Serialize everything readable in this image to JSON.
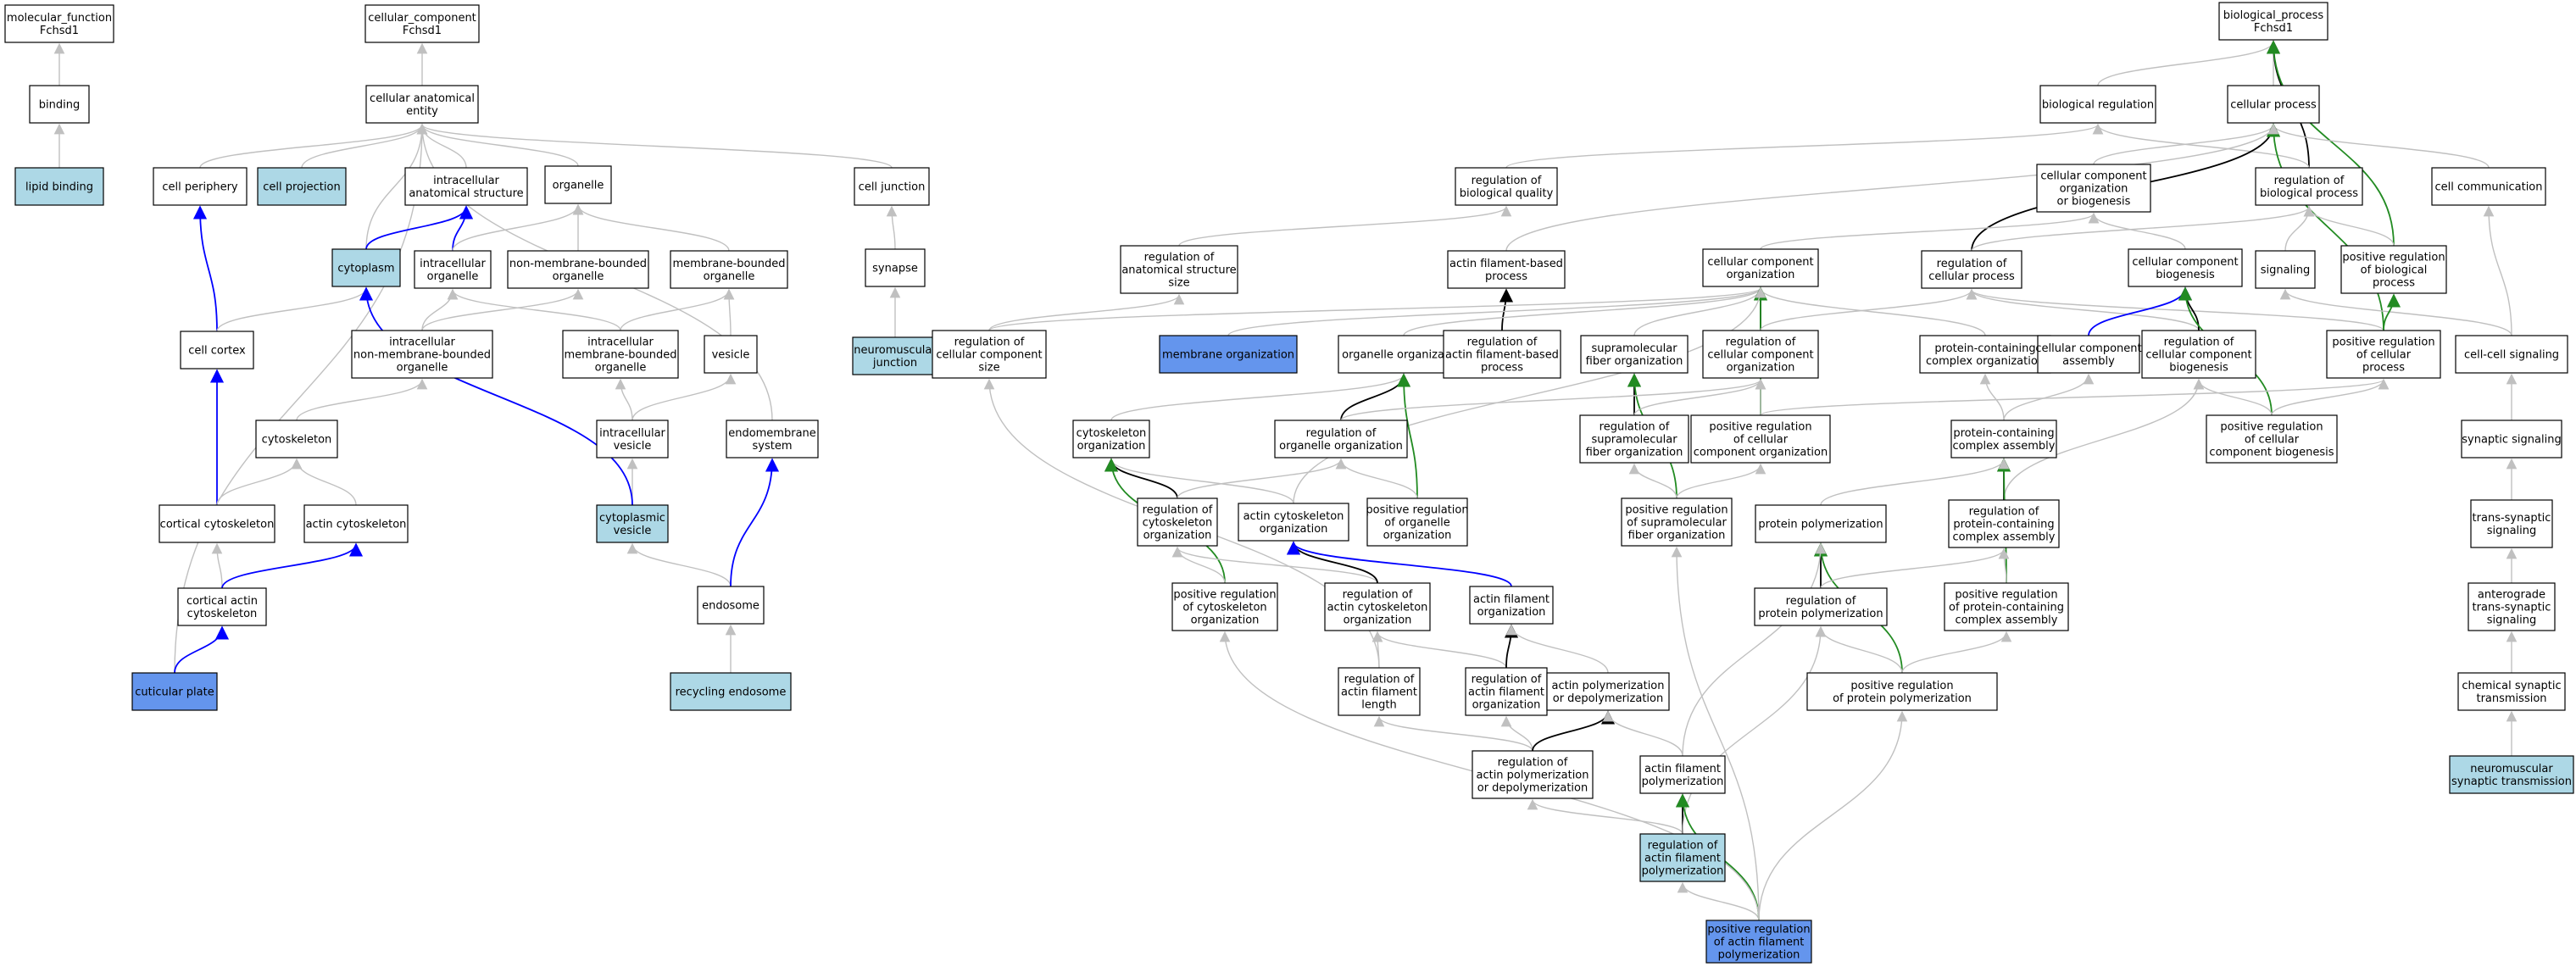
{
  "colors": {
    "white": "#ffffff",
    "light": "#add8e6",
    "blue": "#6495ed",
    "gray": "#c0c0c0",
    "black": "#000000",
    "blue_edge": "#0000ff",
    "green_edge": "#228b22"
  },
  "nodes": {
    "mf_root": {
      "lines": [
        "molecular_function",
        "Fchsd1"
      ],
      "fill": "white"
    },
    "binding": {
      "lines": [
        "binding"
      ],
      "fill": "white"
    },
    "lipid_binding": {
      "lines": [
        "lipid binding"
      ],
      "fill": "light"
    },
    "cc_root": {
      "lines": [
        "cellular_component",
        "Fchsd1"
      ],
      "fill": "white"
    },
    "cae": {
      "lines": [
        "cellular anatomical",
        "entity"
      ],
      "fill": "white"
    },
    "cell_periphery": {
      "lines": [
        "cell periphery"
      ],
      "fill": "white"
    },
    "cell_projection": {
      "lines": [
        "cell projection"
      ],
      "fill": "light"
    },
    "ias": {
      "lines": [
        "intracellular",
        "anatomical structure"
      ],
      "fill": "white"
    },
    "organelle": {
      "lines": [
        "organelle"
      ],
      "fill": "white"
    },
    "cell_junction": {
      "lines": [
        "cell junction"
      ],
      "fill": "white"
    },
    "cytoplasm": {
      "lines": [
        "cytoplasm"
      ],
      "fill": "light"
    },
    "ic_organelle": {
      "lines": [
        "intracellular",
        "organelle"
      ],
      "fill": "white"
    },
    "nmb_organelle": {
      "lines": [
        "non-membrane-bounded",
        "organelle"
      ],
      "fill": "white"
    },
    "mb_organelle": {
      "lines": [
        "membrane-bounded",
        "organelle"
      ],
      "fill": "white"
    },
    "synapse": {
      "lines": [
        "synapse"
      ],
      "fill": "white"
    },
    "cell_cortex": {
      "lines": [
        "cell cortex"
      ],
      "fill": "white"
    },
    "ic_nmb_organelle": {
      "lines": [
        "intracellular",
        "non-membrane-bounded",
        "organelle"
      ],
      "fill": "white"
    },
    "ic_mb_organelle": {
      "lines": [
        "intracellular",
        "membrane-bounded",
        "organelle"
      ],
      "fill": "white"
    },
    "vesicle": {
      "lines": [
        "vesicle"
      ],
      "fill": "white"
    },
    "nmj": {
      "lines": [
        "neuromuscular",
        "junction"
      ],
      "fill": "light"
    },
    "cytoskeleton": {
      "lines": [
        "cytoskeleton"
      ],
      "fill": "white"
    },
    "ic_vesicle": {
      "lines": [
        "intracellular",
        "vesicle"
      ],
      "fill": "white"
    },
    "endomembrane": {
      "lines": [
        "endomembrane",
        "system"
      ],
      "fill": "white"
    },
    "cortical_cyto": {
      "lines": [
        "cortical cytoskeleton"
      ],
      "fill": "white"
    },
    "actin_cyto": {
      "lines": [
        "actin cytoskeleton"
      ],
      "fill": "white"
    },
    "cyto_vesicle": {
      "lines": [
        "cytoplasmic",
        "vesicle"
      ],
      "fill": "light"
    },
    "cortical_actin": {
      "lines": [
        "cortical actin",
        "cytoskeleton"
      ],
      "fill": "white"
    },
    "endosome": {
      "lines": [
        "endosome"
      ],
      "fill": "white"
    },
    "cuticular_plate": {
      "lines": [
        "cuticular plate"
      ],
      "fill": "blue"
    },
    "recycling_endosome": {
      "lines": [
        "recycling endosome"
      ],
      "fill": "light"
    },
    "bp_root": {
      "lines": [
        "biological_process",
        "Fchsd1"
      ],
      "fill": "white"
    },
    "bio_reg": {
      "lines": [
        "biological regulation"
      ],
      "fill": "white"
    },
    "cell_process": {
      "lines": [
        "cellular process"
      ],
      "fill": "white"
    },
    "reg_bio_quality": {
      "lines": [
        "regulation of",
        "biological quality"
      ],
      "fill": "white"
    },
    "cco_or_bio": {
      "lines": [
        "cellular component",
        "organization",
        "or biogenesis"
      ],
      "fill": "white"
    },
    "reg_bp": {
      "lines": [
        "regulation of",
        "biological process"
      ],
      "fill": "white"
    },
    "cell_comm": {
      "lines": [
        "cell communication"
      ],
      "fill": "white"
    },
    "reg_anat_size": {
      "lines": [
        "regulation of",
        "anatomical structure",
        "size"
      ],
      "fill": "white"
    },
    "afbp": {
      "lines": [
        "actin filament-based",
        "process"
      ],
      "fill": "white"
    },
    "cco": {
      "lines": [
        "cellular component",
        "organization"
      ],
      "fill": "white"
    },
    "reg_cell_proc": {
      "lines": [
        "regulation of",
        "cellular process"
      ],
      "fill": "white"
    },
    "ccb": {
      "lines": [
        "cellular component",
        "biogenesis"
      ],
      "fill": "white"
    },
    "signaling": {
      "lines": [
        "signaling"
      ],
      "fill": "white"
    },
    "pos_reg_bp": {
      "lines": [
        "positive regulation",
        "of biological",
        "process"
      ],
      "fill": "white"
    },
    "reg_ccs": {
      "lines": [
        "regulation of",
        "cellular component",
        "size"
      ],
      "fill": "white"
    },
    "membrane_org": {
      "lines": [
        "membrane organization"
      ],
      "fill": "blue"
    },
    "organelle_org": {
      "lines": [
        "organelle organization"
      ],
      "fill": "white"
    },
    "reg_afbp": {
      "lines": [
        "regulation of",
        "actin filament-based",
        "process"
      ],
      "fill": "white"
    },
    "smf_org": {
      "lines": [
        "supramolecular",
        "fiber organization"
      ],
      "fill": "white"
    },
    "reg_cco": {
      "lines": [
        "regulation of",
        "cellular component",
        "organization"
      ],
      "fill": "white"
    },
    "pcc_org": {
      "lines": [
        "protein-containing",
        "complex organization"
      ],
      "fill": "white"
    },
    "cca": {
      "lines": [
        "cellular component",
        "assembly"
      ],
      "fill": "white"
    },
    "reg_ccb": {
      "lines": [
        "regulation of",
        "cellular component",
        "biogenesis"
      ],
      "fill": "white"
    },
    "pos_reg_cp": {
      "lines": [
        "positive regulation",
        "of cellular",
        "process"
      ],
      "fill": "white"
    },
    "ccs": {
      "lines": [
        "cell-cell signaling"
      ],
      "fill": "white"
    },
    "cyto_org": {
      "lines": [
        "cytoskeleton",
        "organization"
      ],
      "fill": "white"
    },
    "reg_org_org": {
      "lines": [
        "regulation of",
        "organelle organization"
      ],
      "fill": "white"
    },
    "reg_smf_org": {
      "lines": [
        "regulation of",
        "supramolecular",
        "fiber organization"
      ],
      "fill": "white"
    },
    "pos_reg_cco": {
      "lines": [
        "positive regulation",
        "of cellular",
        "component organization"
      ],
      "fill": "white"
    },
    "pcc_assembly": {
      "lines": [
        "protein-containing",
        "complex assembly"
      ],
      "fill": "white"
    },
    "pos_reg_ccb": {
      "lines": [
        "positive regulation",
        "of cellular",
        "component biogenesis"
      ],
      "fill": "white"
    },
    "syn_sig": {
      "lines": [
        "synaptic signaling"
      ],
      "fill": "white"
    },
    "reg_cyto_org": {
      "lines": [
        "regulation of",
        "cytoskeleton",
        "organization"
      ],
      "fill": "white"
    },
    "actin_cyto_org": {
      "lines": [
        "actin cytoskeleton",
        "organization"
      ],
      "fill": "white"
    },
    "pos_reg_org_org": {
      "lines": [
        "positive regulation",
        "of organelle",
        "organization"
      ],
      "fill": "white"
    },
    "pos_reg_smf_org": {
      "lines": [
        "positive regulation",
        "of supramolecular",
        "fiber organization"
      ],
      "fill": "white"
    },
    "prot_poly": {
      "lines": [
        "protein polymerization"
      ],
      "fill": "white"
    },
    "reg_pcc_assembly": {
      "lines": [
        "regulation of",
        "protein-containing",
        "complex assembly"
      ],
      "fill": "white"
    },
    "trans_syn": {
      "lines": [
        "trans-synaptic",
        "signaling"
      ],
      "fill": "white"
    },
    "pos_reg_cyto_org": {
      "lines": [
        "positive regulation",
        "of cytoskeleton",
        "organization"
      ],
      "fill": "white"
    },
    "reg_actin_cyto_org": {
      "lines": [
        "regulation of",
        "actin cytoskeleton",
        "organization"
      ],
      "fill": "white"
    },
    "af_org": {
      "lines": [
        "actin filament",
        "organization"
      ],
      "fill": "white"
    },
    "reg_prot_poly": {
      "lines": [
        "regulation of",
        "protein polymerization"
      ],
      "fill": "white"
    },
    "pos_reg_pcc_assembly": {
      "lines": [
        "positive regulation",
        "of protein-containing",
        "complex assembly"
      ],
      "fill": "white"
    },
    "antero_trans": {
      "lines": [
        "anterograde",
        "trans-synaptic",
        "signaling"
      ],
      "fill": "white"
    },
    "reg_af_length": {
      "lines": [
        "regulation of",
        "actin filament",
        "length"
      ],
      "fill": "white"
    },
    "reg_af_org": {
      "lines": [
        "regulation of",
        "actin filament",
        "organization"
      ],
      "fill": "white"
    },
    "ap_or_dp": {
      "lines": [
        "actin polymerization",
        "or depolymerization"
      ],
      "fill": "white"
    },
    "pos_reg_prot_poly": {
      "lines": [
        "positive regulation",
        "of protein polymerization"
      ],
      "fill": "white"
    },
    "chem_syn": {
      "lines": [
        "chemical synaptic",
        "transmission"
      ],
      "fill": "white"
    },
    "reg_ap_or_dp": {
      "lines": [
        "regulation of",
        "actin polymerization",
        "or depolymerization"
      ],
      "fill": "white"
    },
    "af_poly": {
      "lines": [
        "actin filament",
        "polymerization"
      ],
      "fill": "white"
    },
    "nm_syn_trans": {
      "lines": [
        "neuromuscular",
        "synaptic transmission"
      ],
      "fill": "light"
    },
    "reg_af_poly": {
      "lines": [
        "regulation of",
        "actin filament",
        "polymerization"
      ],
      "fill": "light"
    },
    "pos_reg_af_poly": {
      "lines": [
        "positive regulation",
        "of actin filament",
        "polymerization"
      ],
      "fill": "blue"
    }
  },
  "edges": [
    [
      "binding",
      "mf_root",
      "gray"
    ],
    [
      "lipid_binding",
      "binding",
      "gray"
    ],
    [
      "cae",
      "cc_root",
      "gray"
    ],
    [
      "cell_periphery",
      "cae",
      "gray"
    ],
    [
      "cell_projection",
      "cae",
      "gray"
    ],
    [
      "ias",
      "cae",
      "gray"
    ],
    [
      "organelle",
      "cae",
      "gray"
    ],
    [
      "cell_junction",
      "cae",
      "gray"
    ],
    [
      "cytoplasm",
      "cae",
      "gray"
    ],
    [
      "cuticular_plate",
      "cae",
      "gray"
    ],
    [
      "endomembrane",
      "cae",
      "gray"
    ],
    [
      "cytoplasm",
      "ias",
      "blue_edge"
    ],
    [
      "ic_organelle",
      "ias",
      "blue_edge"
    ],
    [
      "ic_organelle",
      "organelle",
      "gray"
    ],
    [
      "nmb_organelle",
      "organelle",
      "gray"
    ],
    [
      "mb_organelle",
      "organelle",
      "gray"
    ],
    [
      "synapse",
      "cell_junction",
      "gray"
    ],
    [
      "nmj",
      "synapse",
      "gray"
    ],
    [
      "cell_cortex",
      "cell_periphery",
      "blue_edge"
    ],
    [
      "cell_cortex",
      "cytoplasm",
      "gray"
    ],
    [
      "ic_nmb_organelle",
      "ic_organelle",
      "gray"
    ],
    [
      "ic_nmb_organelle",
      "nmb_organelle",
      "gray"
    ],
    [
      "ic_mb_organelle",
      "ic_organelle",
      "gray"
    ],
    [
      "ic_mb_organelle",
      "mb_organelle",
      "gray"
    ],
    [
      "vesicle",
      "mb_organelle",
      "gray"
    ],
    [
      "cytoskeleton",
      "ic_nmb_organelle",
      "gray"
    ],
    [
      "ic_vesicle",
      "ic_mb_organelle",
      "gray"
    ],
    [
      "ic_vesicle",
      "vesicle",
      "gray"
    ],
    [
      "cortical_cyto",
      "cell_cortex",
      "blue_edge"
    ],
    [
      "cortical_cyto",
      "cytoskeleton",
      "gray"
    ],
    [
      "actin_cyto",
      "cytoskeleton",
      "gray"
    ],
    [
      "cyto_vesicle",
      "ic_vesicle",
      "gray"
    ],
    [
      "cyto_vesicle",
      "cytoplasm",
      "blue_edge"
    ],
    [
      "cortical_actin",
      "cortical_cyto",
      "gray"
    ],
    [
      "cortical_actin",
      "actin_cyto",
      "blue_edge"
    ],
    [
      "cuticular_plate",
      "cortical_actin",
      "blue_edge"
    ],
    [
      "endosome",
      "cyto_vesicle",
      "gray"
    ],
    [
      "endosome",
      "endomembrane",
      "blue_edge"
    ],
    [
      "recycling_endosome",
      "endosome",
      "gray"
    ],
    [
      "bio_reg",
      "bp_root",
      "gray"
    ],
    [
      "cell_process",
      "bp_root",
      "gray"
    ],
    [
      "reg_bp",
      "bp_root",
      "black"
    ],
    [
      "pos_reg_bp",
      "bp_root",
      "green_edge"
    ],
    [
      "reg_bio_quality",
      "bio_reg",
      "gray"
    ],
    [
      "reg_bp",
      "bio_reg",
      "gray"
    ],
    [
      "cco_or_bio",
      "cell_process",
      "gray"
    ],
    [
      "cell_comm",
      "cell_process",
      "gray"
    ],
    [
      "reg_cell_proc",
      "cell_process",
      "black"
    ],
    [
      "pos_reg_cp",
      "cell_process",
      "green_edge"
    ],
    [
      "afbp",
      "cell_process",
      "gray"
    ],
    [
      "reg_anat_size",
      "reg_bio_quality",
      "gray"
    ],
    [
      "reg_cell_proc",
      "reg_bp",
      "gray"
    ],
    [
      "signaling",
      "reg_bp",
      "gray"
    ],
    [
      "pos_reg_bp",
      "reg_bp",
      "gray"
    ],
    [
      "cco",
      "cco_or_bio",
      "gray"
    ],
    [
      "ccb",
      "cco_or_bio",
      "gray"
    ],
    [
      "reg_ccs",
      "reg_anat_size",
      "gray"
    ],
    [
      "reg_afbp",
      "afbp",
      "black"
    ],
    [
      "reg_ccs",
      "cco",
      "gray"
    ],
    [
      "membrane_org",
      "cco",
      "gray"
    ],
    [
      "organelle_org",
      "cco",
      "gray"
    ],
    [
      "smf_org",
      "cco",
      "gray"
    ],
    [
      "reg_cco",
      "cco",
      "black"
    ],
    [
      "pcc_org",
      "cco",
      "gray"
    ],
    [
      "pos_reg_cco",
      "cco",
      "green_edge"
    ],
    [
      "actin_cyto_org",
      "cco",
      "gray"
    ],
    [
      "reg_cco",
      "reg_cell_proc",
      "gray"
    ],
    [
      "reg_ccb",
      "reg_cell_proc",
      "gray"
    ],
    [
      "pos_reg_cp",
      "reg_cell_proc",
      "gray"
    ],
    [
      "cca",
      "ccb",
      "blue_edge"
    ],
    [
      "reg_ccb",
      "ccb",
      "black"
    ],
    [
      "pos_reg_ccb",
      "ccb",
      "green_edge"
    ],
    [
      "ccs",
      "signaling",
      "gray"
    ],
    [
      "ccs",
      "cell_comm",
      "gray"
    ],
    [
      "pos_reg_cp",
      "pos_reg_bp",
      "green_edge"
    ],
    [
      "cyto_org",
      "organelle_org",
      "gray"
    ],
    [
      "reg_org_org",
      "organelle_org",
      "black"
    ],
    [
      "pos_reg_org_org",
      "organelle_org",
      "green_edge"
    ],
    [
      "reg_smf_org",
      "smf_org",
      "black"
    ],
    [
      "pos_reg_smf_org",
      "smf_org",
      "green_edge"
    ],
    [
      "reg_org_org",
      "reg_cco",
      "gray"
    ],
    [
      "reg_smf_org",
      "reg_cco",
      "gray"
    ],
    [
      "pos_reg_cco",
      "reg_cco",
      "gray"
    ],
    [
      "pcc_assembly",
      "pcc_org",
      "gray"
    ],
    [
      "pcc_assembly",
      "cca",
      "gray"
    ],
    [
      "reg_pcc_assembly",
      "reg_ccb",
      "gray"
    ],
    [
      "pos_reg_ccb",
      "reg_ccb",
      "gray"
    ],
    [
      "pos_reg_cco",
      "pos_reg_cp",
      "gray"
    ],
    [
      "pos_reg_ccb",
      "pos_reg_cp",
      "gray"
    ],
    [
      "syn_sig",
      "ccs",
      "gray"
    ],
    [
      "reg_cyto_org",
      "cyto_org",
      "black"
    ],
    [
      "actin_cyto_org",
      "cyto_org",
      "gray"
    ],
    [
      "pos_reg_cyto_org",
      "cyto_org",
      "green_edge"
    ],
    [
      "reg_cyto_org",
      "reg_org_org",
      "gray"
    ],
    [
      "pos_reg_org_org",
      "reg_org_org",
      "gray"
    ],
    [
      "pos_reg_smf_org",
      "reg_smf_org",
      "gray"
    ],
    [
      "pos_reg_smf_org",
      "pos_reg_cco",
      "gray"
    ],
    [
      "reg_pcc_assembly",
      "pcc_assembly",
      "black"
    ],
    [
      "pos_reg_pcc_assembly",
      "pcc_assembly",
      "green_edge"
    ],
    [
      "prot_poly",
      "pcc_assembly",
      "gray"
    ],
    [
      "trans_syn",
      "syn_sig",
      "gray"
    ],
    [
      "reg_actin_cyto_org",
      "reg_cyto_org",
      "gray"
    ],
    [
      "pos_reg_cyto_org",
      "reg_cyto_org",
      "gray"
    ],
    [
      "reg_actin_cyto_org",
      "actin_cyto_org",
      "black"
    ],
    [
      "af_org",
      "actin_cyto_org",
      "blue_edge"
    ],
    [
      "reg_af_length",
      "reg_ccs",
      "gray"
    ],
    [
      "reg_prot_poly",
      "prot_poly",
      "black"
    ],
    [
      "pos_reg_prot_poly",
      "prot_poly",
      "green_edge"
    ],
    [
      "pos_reg_pcc_assembly",
      "reg_pcc_assembly",
      "gray"
    ],
    [
      "reg_prot_poly",
      "reg_pcc_assembly",
      "gray"
    ],
    [
      "antero_trans",
      "trans_syn",
      "gray"
    ],
    [
      "reg_af_length",
      "reg_actin_cyto_org",
      "gray"
    ],
    [
      "reg_af_org",
      "reg_actin_cyto_org",
      "gray"
    ],
    [
      "reg_af_org",
      "af_org",
      "black"
    ],
    [
      "ap_or_dp",
      "af_org",
      "gray"
    ],
    [
      "pos_reg_prot_poly",
      "reg_prot_poly",
      "gray"
    ],
    [
      "pos_reg_prot_poly",
      "pos_reg_pcc_assembly",
      "gray"
    ],
    [
      "chem_syn",
      "antero_trans",
      "gray"
    ],
    [
      "reg_ap_or_dp",
      "reg_af_length",
      "gray"
    ],
    [
      "reg_ap_or_dp",
      "reg_af_org",
      "gray"
    ],
    [
      "reg_ap_or_dp",
      "ap_or_dp",
      "black"
    ],
    [
      "af_poly",
      "ap_or_dp",
      "gray"
    ],
    [
      "af_poly",
      "prot_poly",
      "gray"
    ],
    [
      "nm_syn_trans",
      "chem_syn",
      "gray"
    ],
    [
      "reg_af_poly",
      "reg_ap_or_dp",
      "gray"
    ],
    [
      "reg_af_poly",
      "af_poly",
      "black"
    ],
    [
      "reg_af_poly",
      "reg_prot_poly",
      "gray"
    ],
    [
      "pos_reg_af_poly",
      "reg_af_poly",
      "gray"
    ],
    [
      "pos_reg_af_poly",
      "af_poly",
      "green_edge"
    ],
    [
      "pos_reg_af_poly",
      "pos_reg_prot_poly",
      "gray"
    ],
    [
      "pos_reg_af_poly",
      "pos_reg_cyto_org",
      "gray"
    ],
    [
      "pos_reg_af_poly",
      "pos_reg_smf_org",
      "gray"
    ]
  ]
}
